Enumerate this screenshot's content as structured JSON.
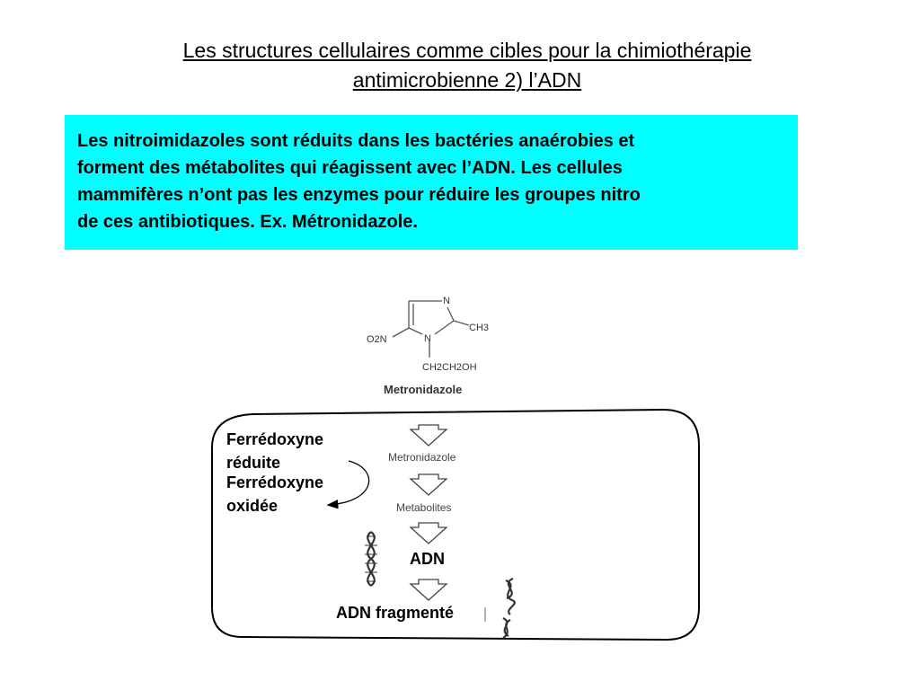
{
  "slide": {
    "title_line1": "Les structures cellulaires comme cibles pour la chimiothérapie",
    "title_line2": "antimicrobienne 2) l’ADN",
    "info_lines": [
      "Les nitroimidazoles sont réduits dans les bactéries anaérobies et",
      "forment des métabolites qui réagissent avec l’ADN. Les cellules",
      "mammifères n’ont pas les enzymes pour réduire les groupes nitro",
      "de ces antibiotiques. Ex. Métronidazole."
    ],
    "info_bg_color": "#00ffff"
  },
  "molecule": {
    "atom_n_top": "N",
    "atom_n_ring": "N",
    "group_ch3": "CH3",
    "group_o2n": "O2N",
    "group_side": "CH2CH2OH",
    "name": "Metronidazole"
  },
  "cell": {
    "label_ferredoxin_reduced_1": "Ferrédoxyne",
    "label_ferredoxin_reduced_2": "réduite",
    "label_ferredoxin_oxidized_1": "Ferrédoxyne",
    "label_ferredoxin_oxidized_2": "oxidée",
    "step_metronidazole": "Metronidazole",
    "step_metabolites": "Metabolites",
    "step_adn": "ADN",
    "step_adn_fragmented": "ADN fragmenté"
  }
}
